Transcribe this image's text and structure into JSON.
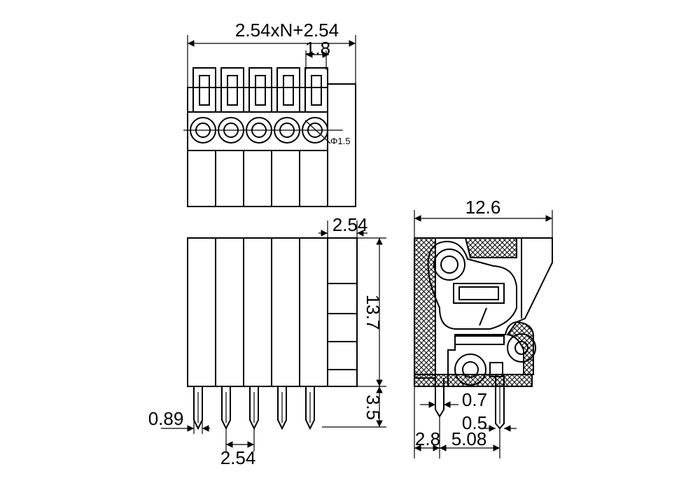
{
  "top_view": {
    "overall_dim": "2.54xN+2.54",
    "slot_dim": "1.8",
    "hole_dim": "Φ1.5"
  },
  "front_view": {
    "pitch_top": "2.54",
    "height": "13.7",
    "pin_length": "3.5",
    "pin_width": "0.89",
    "pin_pitch": "2.54"
  },
  "side_view": {
    "depth": "12.6",
    "pin_thickness_a": "0.7",
    "pin_thickness_b": "0.5",
    "offset": "2.8",
    "pin_spacing": "5.08"
  }
}
